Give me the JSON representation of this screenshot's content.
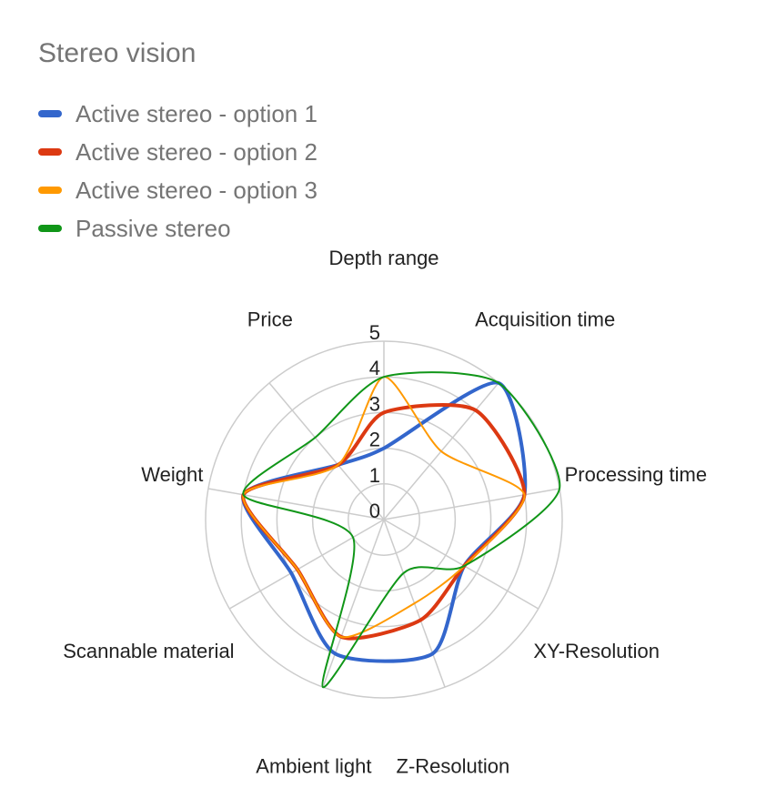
{
  "chart_data": {
    "type": "radar",
    "title": "Stereo vision",
    "axes": [
      "Depth range",
      "Acquisition time",
      "Processing time",
      "XY-Resolution",
      "Z-Resolution",
      "Ambient light",
      "Scannable material",
      "Weight",
      "Price"
    ],
    "rlim": [
      0,
      5
    ],
    "ticks": [
      0,
      1,
      2,
      3,
      4,
      5
    ],
    "grid": true,
    "legend": "top-left",
    "series": [
      {
        "name": "Active stereo - option 1",
        "color": "#3366cc",
        "values": [
          2,
          5,
          4,
          2.6,
          4,
          4,
          3,
          4,
          2
        ]
      },
      {
        "name": "Active stereo - option 2",
        "color": "#dc3912",
        "values": [
          3,
          4,
          4,
          2.6,
          3,
          3.5,
          2.8,
          4,
          2
        ]
      },
      {
        "name": "Active stereo - option 3",
        "color": "#ff9900",
        "values": [
          4,
          2.5,
          4,
          2.6,
          2.5,
          3.5,
          2.8,
          4,
          2
        ]
      },
      {
        "name": "Passive stereo",
        "color": "#109618",
        "values": [
          4,
          5,
          5,
          2.6,
          1.6,
          5,
          1,
          4,
          3
        ]
      }
    ]
  }
}
